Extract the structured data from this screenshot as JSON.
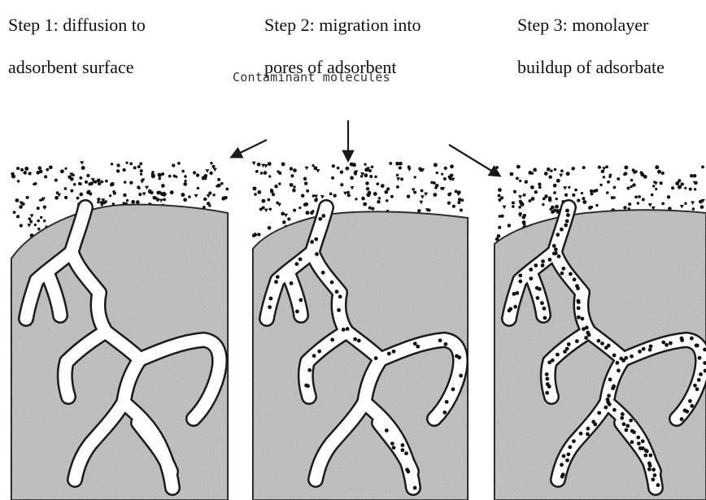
{
  "steps": [
    {
      "line1": "Step 1: diffusion to",
      "line2": "adsorbent surface"
    },
    {
      "line1": "Step 2: migration into",
      "line2": "pores of adsorbent"
    },
    {
      "line1": "Step 3: monolayer",
      "line2": "buildup of adsorbate"
    }
  ],
  "contaminant_label": "Contaminant molecules",
  "colors": {
    "granule": "#c9c9c9",
    "pore": "#ffffff",
    "ink": "#1a1a1a",
    "dots": "#111111"
  }
}
